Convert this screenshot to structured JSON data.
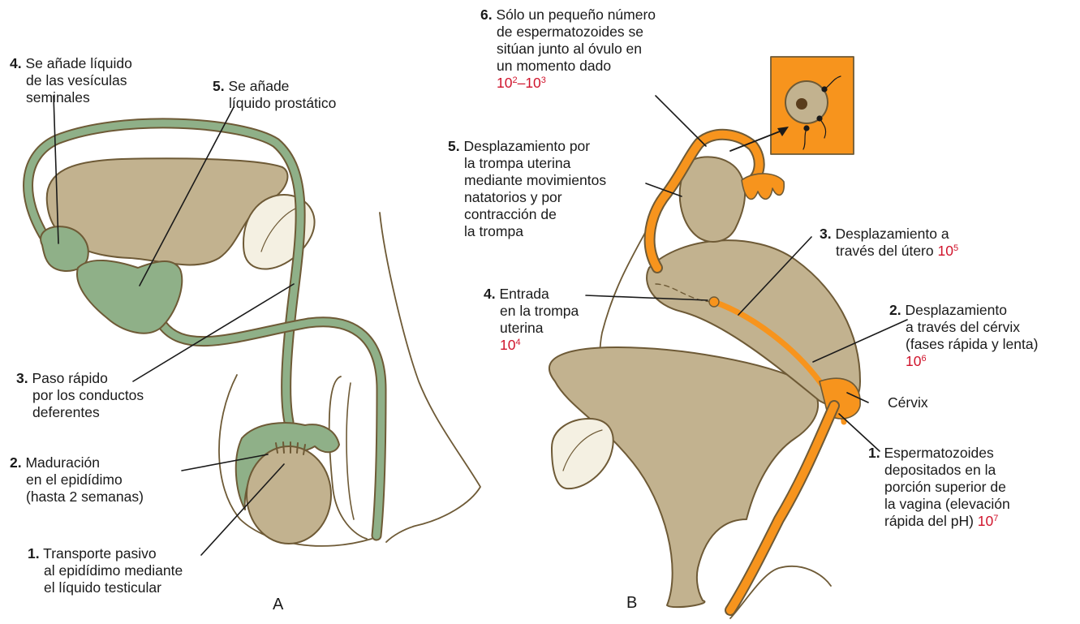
{
  "colors": {
    "tissue": "#c2b28f",
    "outline": "#6e5a36",
    "green_duct": "#8fb088",
    "orange": "#f7941d",
    "bone": "#f4f0e2",
    "red_number": "#d0142c",
    "ink": "#1a1a1a"
  },
  "panel_a": {
    "letter": "A",
    "labels": {
      "step4": {
        "num": "4.",
        "lines": [
          "Se añade líquido",
          "de las vesículas",
          "seminales"
        ]
      },
      "step5": {
        "num": "5.",
        "lines": [
          "Se añade",
          "líquido prostático"
        ]
      },
      "step3": {
        "num": "3.",
        "lines": [
          "Paso rápido",
          "por los conductos",
          "deferentes"
        ]
      },
      "step2": {
        "num": "2.",
        "lines": [
          "Maduración",
          "en el epidídimo",
          "(hasta 2 semanas)"
        ]
      },
      "step1": {
        "num": "1.",
        "lines": [
          "Transporte pasivo",
          "al epidídimo mediante",
          "el líquido testicular"
        ]
      }
    }
  },
  "panel_b": {
    "letter": "B",
    "labels": {
      "step6": {
        "num": "6.",
        "lines": [
          "Sólo un pequeño número",
          "de espermatozoides se",
          "sitúan junto al óvulo en",
          "un momento dado"
        ],
        "count_base1": "10",
        "count_exp1": "2",
        "count_sep": "–",
        "count_base2": "10",
        "count_exp2": "3"
      },
      "step5": {
        "num": "5.",
        "lines": [
          "Desplazamiento por",
          "la trompa uterina",
          "mediante movimientos",
          "natatorios y por",
          "contracción de",
          "la trompa"
        ]
      },
      "step3": {
        "num": "3.",
        "lines": [
          "Desplazamiento a",
          "través del útero"
        ],
        "count_base": "10",
        "count_exp": "5"
      },
      "step4": {
        "num": "4.",
        "lines": [
          "Entrada",
          "en la trompa",
          "uterina"
        ],
        "count_base": "10",
        "count_exp": "4"
      },
      "step2": {
        "num": "2.",
        "lines": [
          "Desplazamiento",
          "a través del cérvix",
          "(fases rápida y lenta)"
        ],
        "count_base": "10",
        "count_exp": "6"
      },
      "cervix": {
        "text": "Cérvix"
      },
      "step1": {
        "num": "1.",
        "lines": [
          "Espermatozoides",
          "depositados en la",
          "porción superior de",
          "la vagina (elevación",
          "rápida del pH)"
        ],
        "count_base": "10",
        "count_exp": "7"
      }
    }
  }
}
